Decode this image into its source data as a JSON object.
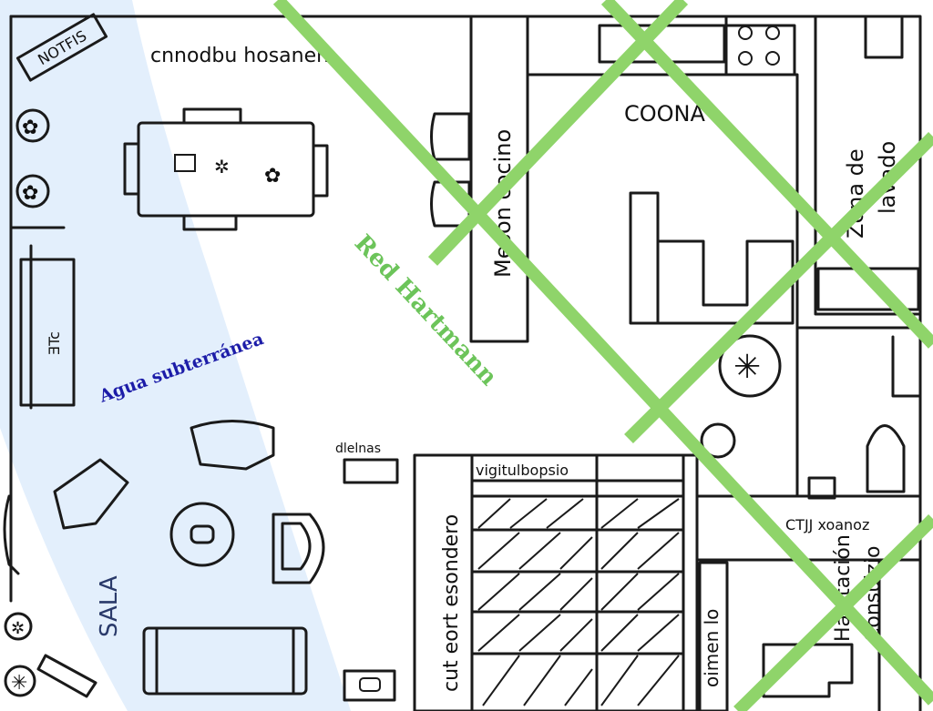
{
  "overlays": {
    "underground_water_label": "Agua subterránea",
    "hartmann_grid_label": "Red Hartmann",
    "water_color": "#e3effc",
    "grid_color": "#8fd46a"
  },
  "rooms": {
    "living": "SALA",
    "dining": "cnnodbu hosanen",
    "dining_sign": "NOTFIS",
    "kitchen": "COONA",
    "kitchen_counter": "Mesón cocino",
    "laundry_line1": "Zona de",
    "laundry_line2": "lavado",
    "side_cabinet": "ƎTc",
    "small_table": "dlelnas",
    "storage_header": "vigitulbopsio",
    "storage_side": "cut eort esondero",
    "corridor": "CTJJ xoanoz",
    "bedroom_line1": "Habitación",
    "bedroom_line2": "Consulzio",
    "closet": "oimen lo"
  }
}
